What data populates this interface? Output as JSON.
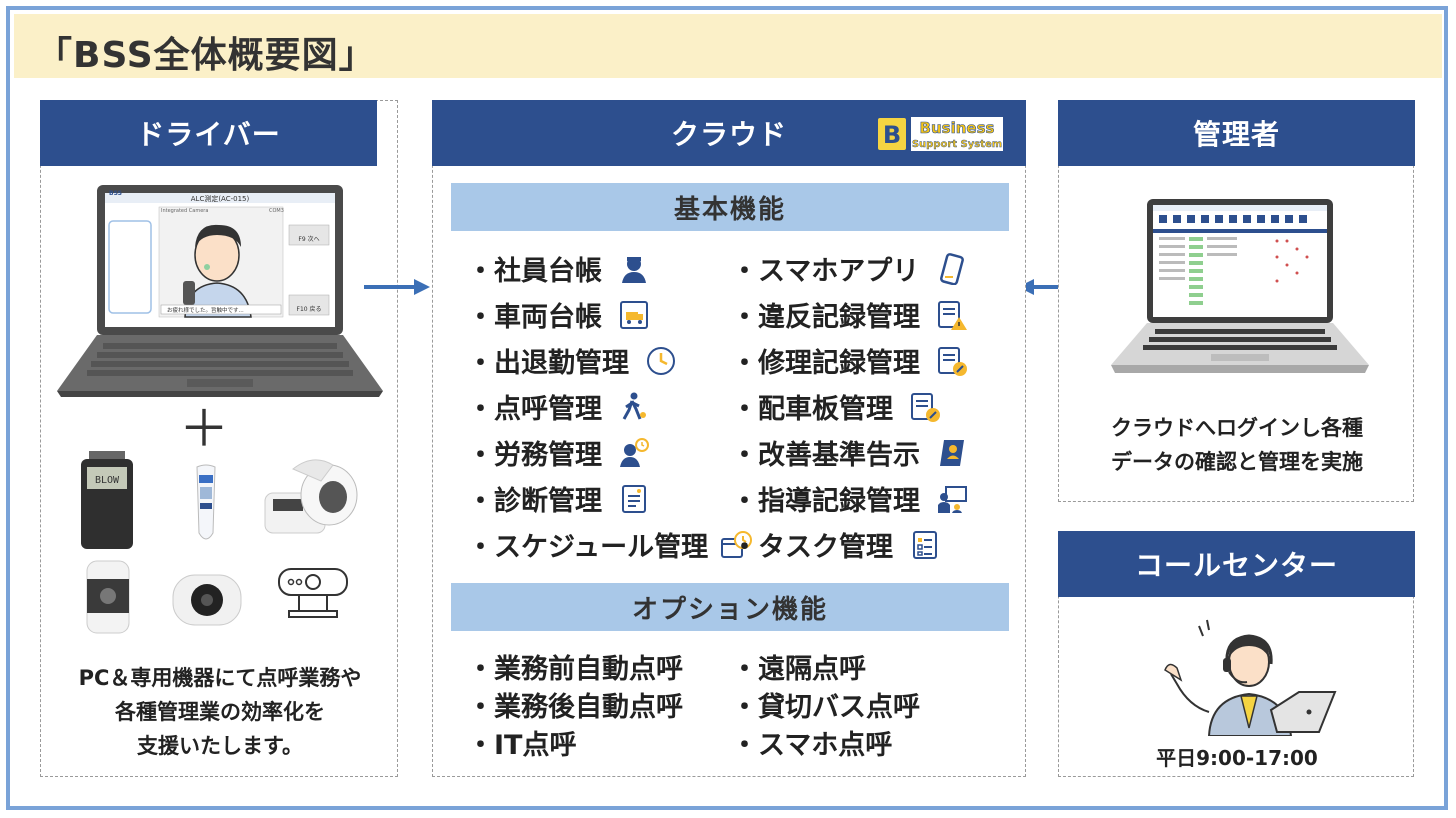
{
  "title": "「BSS全体概要図」",
  "driver": {
    "header": "ドライバー",
    "laptop_window_title": "ALC測定(AC-015)",
    "laptop_camera_label": "Integrated Camera",
    "laptop_port": "COM3",
    "laptop_btn_next": "F9 次へ",
    "laptop_btn_back": "F10 戻る",
    "laptop_message": "お疲れ様でした。旨触中です...",
    "plus": "＋",
    "breathalyzer_text": "BLOW",
    "caption": [
      "PC＆専用機器にて点呼業務や",
      "各種管理業の効率化を",
      "支援いたします。"
    ]
  },
  "cloud": {
    "header": "クラウド",
    "logo_line1": "Business",
    "logo_line2": "Support System",
    "basic_title": "基本機能",
    "basic_left": [
      {
        "label": "・社員台帳",
        "icon": "employee-icon"
      },
      {
        "label": "・車両台帳",
        "icon": "truck-card-icon"
      },
      {
        "label": "・出退勤管理",
        "icon": "clock-icon"
      },
      {
        "label": "・点呼管理",
        "icon": "walking-person-icon"
      },
      {
        "label": "・労務管理",
        "icon": "worker-clock-icon"
      },
      {
        "label": "・診断管理",
        "icon": "document-icon"
      },
      {
        "label": "・スケジュール管理",
        "icon": "calendar-clock-icon"
      }
    ],
    "basic_right": [
      {
        "label": "・スマホアプリ",
        "icon": "smartphone-icon"
      },
      {
        "label": "・違反記録管理",
        "icon": "document-warning-icon"
      },
      {
        "label": "・修理記録管理",
        "icon": "document-wrench-icon"
      },
      {
        "label": "・配車板管理",
        "icon": "document-wrench-icon"
      },
      {
        "label": "・改善基準告示",
        "icon": "notebook-icon"
      },
      {
        "label": "・指導記録管理",
        "icon": "teacher-icon"
      },
      {
        "label": "・タスク管理",
        "icon": "checklist-icon"
      }
    ],
    "option_title": "オプション機能",
    "option_left": [
      "・業務前自動点呼",
      "・業務後自動点呼",
      "・IT点呼"
    ],
    "option_right": [
      "・遠隔点呼",
      "・貸切バス点呼",
      "・スマホ点呼"
    ]
  },
  "admin": {
    "header": "管理者",
    "caption": [
      "クラウドへログインし各種",
      "データの確認と管理を実施"
    ]
  },
  "callcenter": {
    "header": "コールセンター",
    "hours": "平日9:00-17:00"
  },
  "colors": {
    "header_blue": "#2d4f8e",
    "section_blue": "#a9c8e8",
    "title_bg": "#fbf0c8",
    "frame": "#7aa3d8",
    "arrow": "#3b6fb6"
  }
}
